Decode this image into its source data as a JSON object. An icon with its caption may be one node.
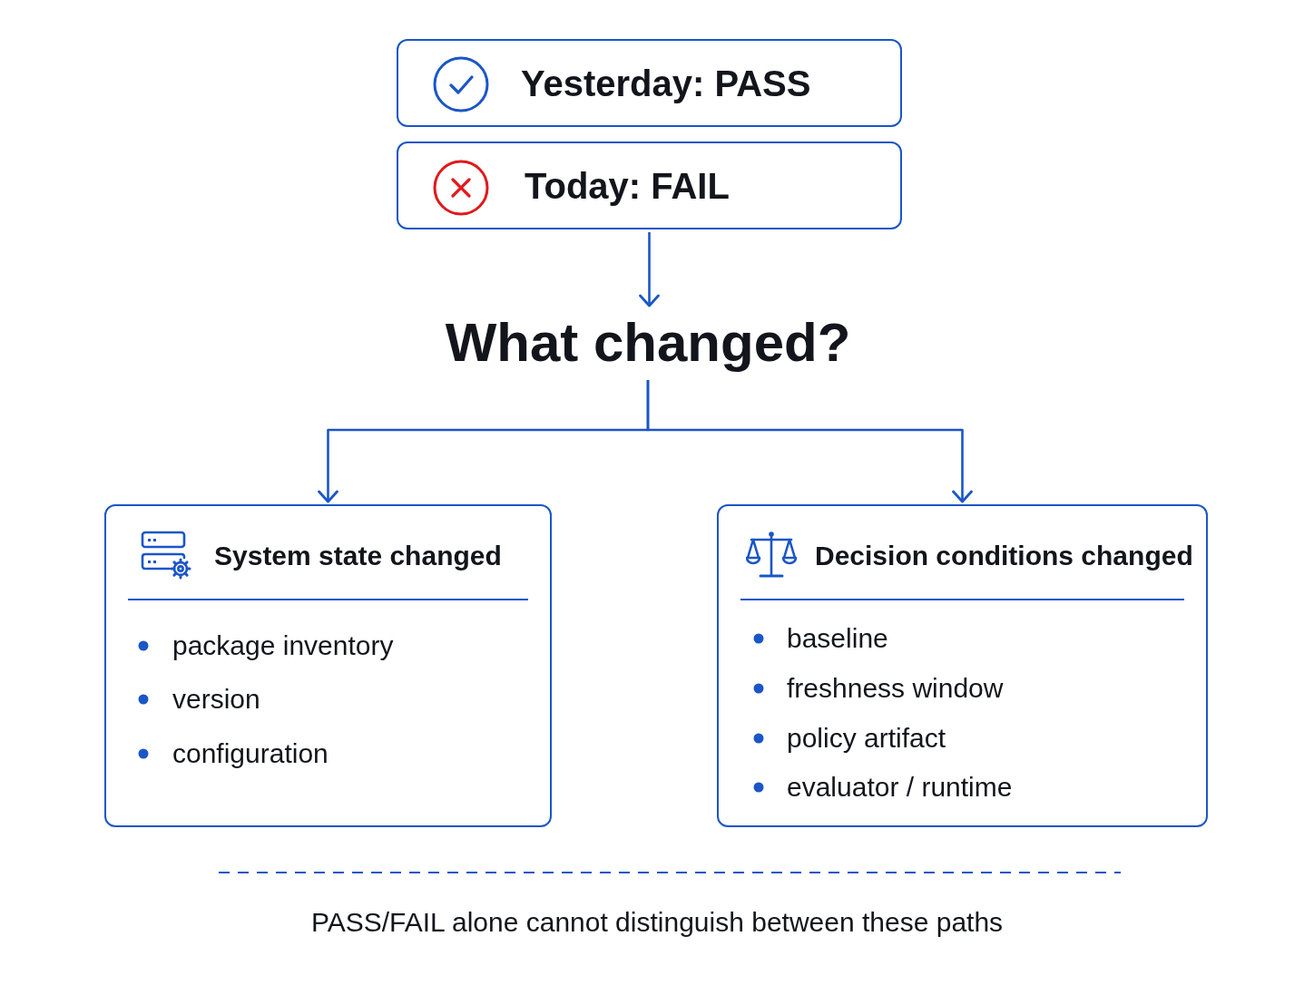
{
  "diagram": {
    "nodes": [
      {
        "text": [
          "Yesterday: PASS"
        ]
      },
      {
        "text": [
          "Today: FAIL"
        ]
      },
      {
        "text": [
          "What changed?"
        ]
      },
      {
        "text": [
          "System state changed",
          "package inventory",
          "version",
          "configuration"
        ]
      },
      {
        "text": [
          "Decision conditions changed",
          "baseline",
          "freshness window",
          "policy artifact",
          "evaluator / runtime"
        ]
      }
    ],
    "edges": [
      {
        "from": 1,
        "to": 2,
        "arrow": "to"
      },
      {
        "from": 2,
        "to": 3,
        "arrow": "to"
      },
      {
        "from": 2,
        "to": 4,
        "arrow": "to"
      }
    ],
    "caption": "PASS/FAIL alone cannot distinguish between these paths"
  }
}
